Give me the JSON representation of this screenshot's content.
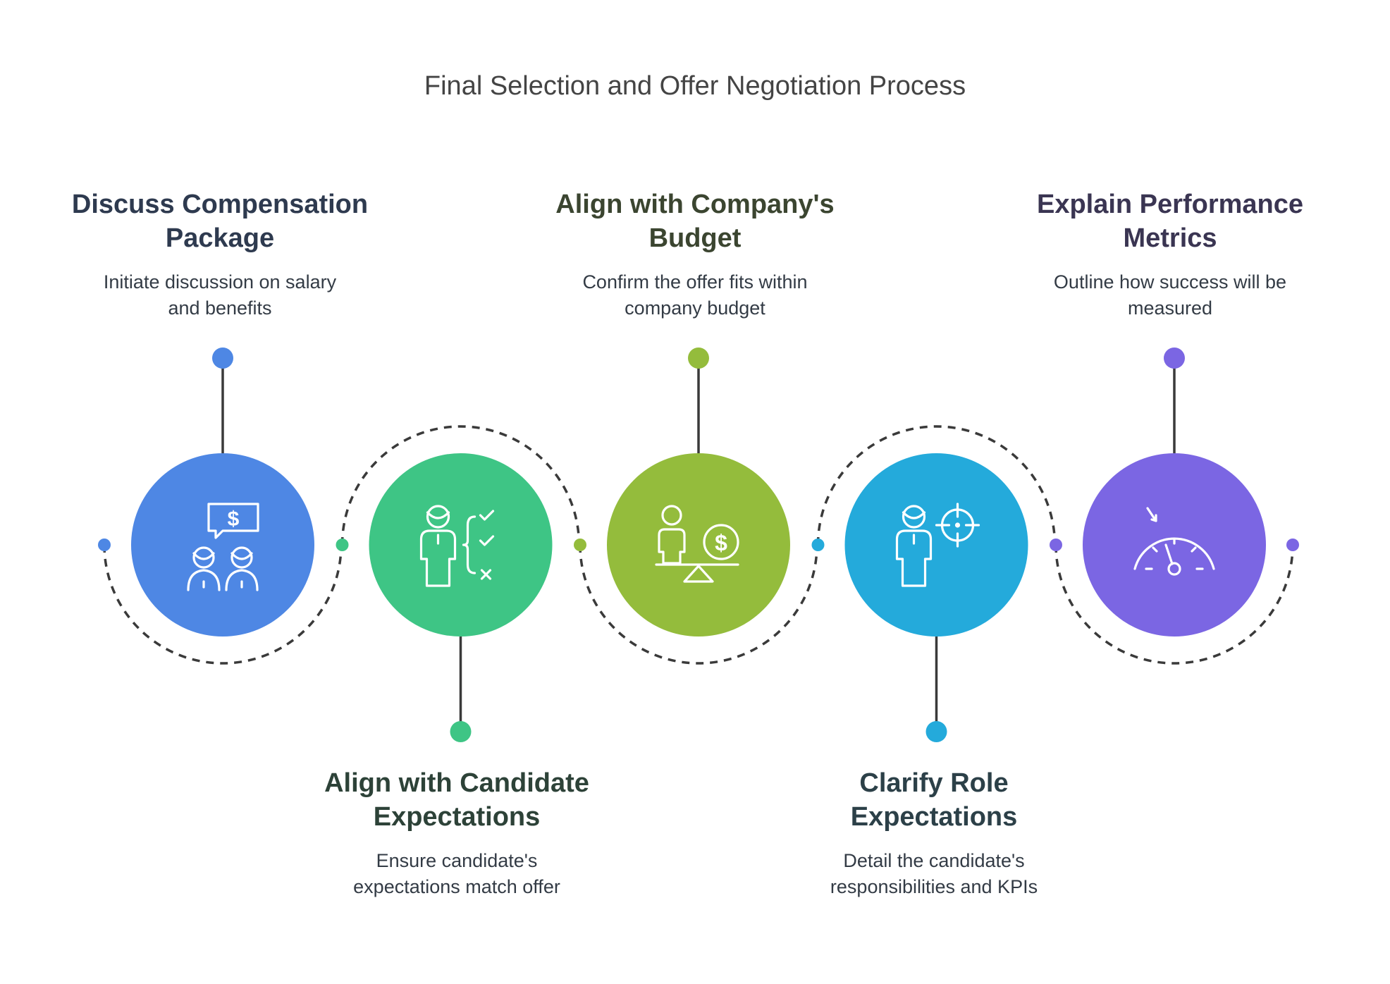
{
  "title": "Final Selection and Offer Negotiation Process",
  "steps": [
    {
      "heading_line1": "Discuss Compensation",
      "heading_line2": "Package",
      "desc_line1": "Initiate discussion on salary",
      "desc_line2": "and benefits",
      "color": "#4E87E4",
      "heading_color": "#2E3A4F",
      "icon": "compensation-discussion-icon",
      "label_position": "top"
    },
    {
      "heading_line1": "Align with Candidate",
      "heading_line2": "Expectations",
      "desc_line1": "Ensure candidate's",
      "desc_line2": "expectations match offer",
      "color": "#3EC585",
      "heading_color": "#2D4238",
      "icon": "candidate-checklist-icon",
      "label_position": "bottom"
    },
    {
      "heading_line1": "Align with Company's",
      "heading_line2": "Budget",
      "desc_line1": "Confirm the offer fits within",
      "desc_line2": "company budget",
      "color": "#94BC3C",
      "heading_color": "#3B4530",
      "icon": "budget-balance-icon",
      "label_position": "top"
    },
    {
      "heading_line1": "Clarify Role",
      "heading_line2": "Expectations",
      "desc_line1": "Detail the candidate's",
      "desc_line2": "responsibilities and KPIs",
      "color": "#24AADB",
      "heading_color": "#2C4048",
      "icon": "role-target-icon",
      "label_position": "bottom"
    },
    {
      "heading_line1": "Explain Performance",
      "heading_line2": "Metrics",
      "desc_line1": "Outline how success will be",
      "desc_line2": "measured",
      "color": "#7B66E3",
      "heading_color": "#3A3552",
      "icon": "performance-gauge-icon",
      "label_position": "top"
    }
  ]
}
